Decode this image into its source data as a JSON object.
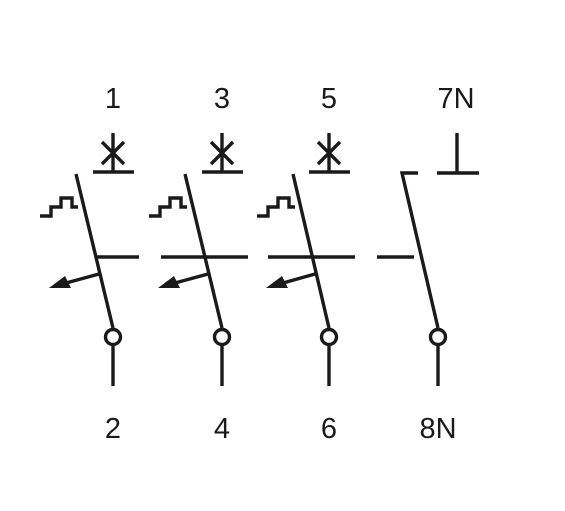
{
  "diagram": {
    "line_color": "#1a1a1a",
    "background": "#ffffff",
    "poles": [
      {
        "top_terminal": "1",
        "bottom_terminal": "2",
        "contact_symbol": "isolator-cross-icon",
        "has_thermal_trip": true,
        "has_magnetic_trip": true
      },
      {
        "top_terminal": "3",
        "bottom_terminal": "4",
        "contact_symbol": "isolator-cross-icon",
        "has_thermal_trip": true,
        "has_magnetic_trip": true
      },
      {
        "top_terminal": "5",
        "bottom_terminal": "6",
        "contact_symbol": "isolator-cross-icon",
        "has_thermal_trip": true,
        "has_magnetic_trip": true
      },
      {
        "top_terminal": "7N",
        "bottom_terminal": "8N",
        "contact_symbol": "neutral-contact-icon",
        "has_thermal_trip": false,
        "has_magnetic_trip": false
      }
    ]
  }
}
